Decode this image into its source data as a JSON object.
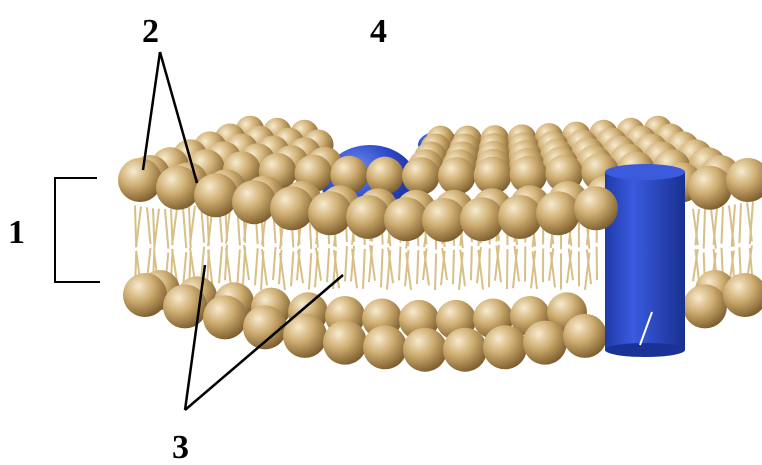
{
  "diagram": {
    "labels": [
      {
        "id": "1",
        "text": "1"
      },
      {
        "id": "2",
        "text": "2"
      },
      {
        "id": "3",
        "text": "3"
      },
      {
        "id": "4",
        "text": "4"
      }
    ],
    "colors": {
      "phospholipid_head": "#c9a86c",
      "head_highlight": "#f5e6c4",
      "head_shadow": "#7a5a2a",
      "lipid_tail": "#d8bf86",
      "protein": "#2a48c8",
      "protein_dark": "#162b8a",
      "leader_line": "#000000"
    },
    "icons": [
      "phospholipid-bilayer",
      "integral-protein",
      "peripheral-protein"
    ]
  }
}
